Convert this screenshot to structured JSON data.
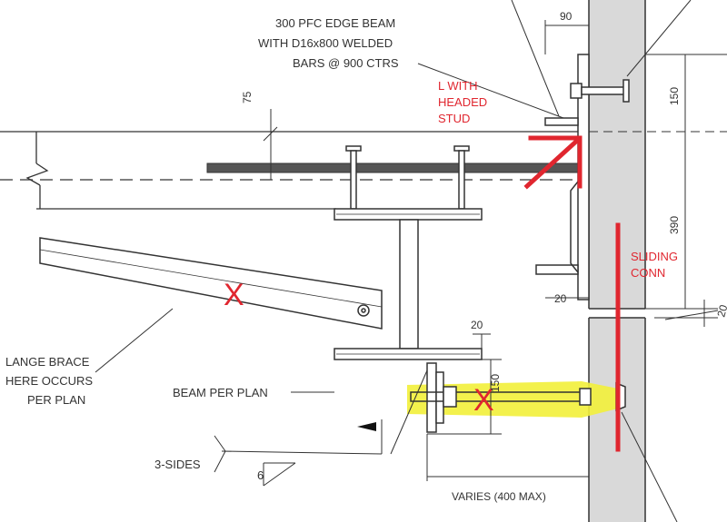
{
  "labels": {
    "edge_beam_line1": "300 PFC EDGE BEAM",
    "edge_beam_line2": "WITH D16x800 WELDED",
    "edge_beam_line3": "BARS @ 900 CTRS",
    "flange_brace_line1": "LANGE BRACE",
    "flange_brace_line2": "HERE OCCURS",
    "flange_brace_line3": "PER PLAN",
    "beam_per_plan": "BEAM PER PLAN",
    "three_sides": "3-SIDES",
    "weld_size": "6"
  },
  "annotations": {
    "l_stud_line1": "L WITH",
    "l_stud_line2": "HEADED",
    "l_stud_line3": "STUD",
    "sliding_line1": "SLIDING",
    "sliding_line2": "CONN",
    "x_mark": "X"
  },
  "dimensions": {
    "d90": "90",
    "d75": "75",
    "d150": "150",
    "d390": "390",
    "d20_left": "20",
    "d20_top": "20",
    "d150_bolt": "150",
    "varies": "VARIES (400 MAX)",
    "d20_right": "20"
  },
  "colors": {
    "annotation_red": "#e0262f",
    "highlight_yellow": "#f2f03a",
    "line": "#333333",
    "concrete": "#d9d9d9"
  }
}
